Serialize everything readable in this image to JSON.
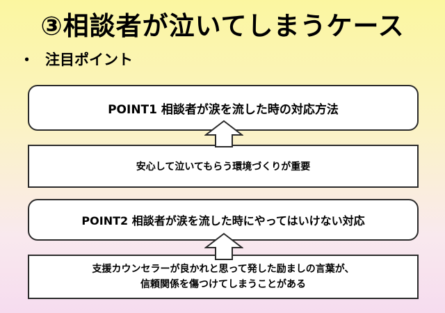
{
  "slide": {
    "title": "③相談者が泣いてしまうケース",
    "bullet": "・",
    "subtitle": "注目ポイント"
  },
  "flow": {
    "point1_title": "POINT1  相談者が涙を流した時の対応方法",
    "point1_detail": "安心して泣いてもらう環境づくりが重要",
    "point2_title": "POINT2  相談者が涙を流した時にやってはいけない対応",
    "point2_detail_line1": "支援カウンセラーが良かれと思って発した励ましの言葉が、",
    "point2_detail_line2": "信頼関係を傷つけてしまうことがある"
  },
  "icons": {
    "arrow": "up-arrow-icon"
  }
}
